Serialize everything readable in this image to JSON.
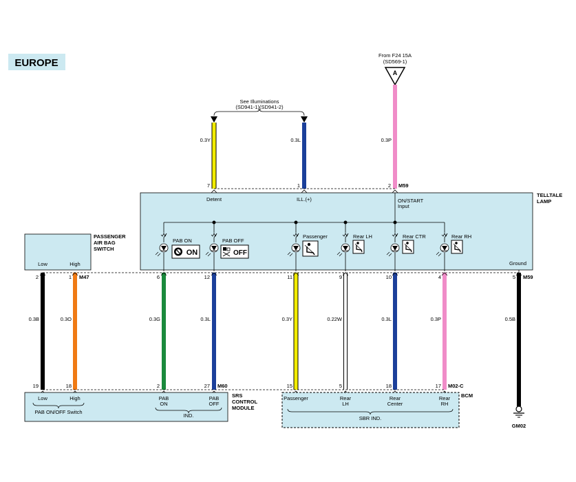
{
  "region": "EUROPE",
  "top": {
    "illum_ref": "See Illuminations",
    "illum_ref2": "(SD941-1)(SD941-2)",
    "fuse_ref": "From F24 15A",
    "fuse_ref2": "(SD569-1)",
    "conn_a": "A"
  },
  "wires_top": {
    "detent": "0.3Y",
    "ill": "0.3L",
    "ign": "0.3P"
  },
  "telltale": {
    "title1": "TELLTALE",
    "title2": "LAMP",
    "connector": "M59",
    "pin_detent": "7",
    "pin_ill": "1",
    "pin_ign": "2",
    "label_detent": "Detent",
    "label_ill": "ILL.(+)",
    "label_ign1": "ON/START",
    "label_ign2": "Input",
    "label_ground": "Ground",
    "lamps": {
      "pab_on": "PAB ON",
      "pab_on_icon": "ON",
      "pab_off": "PAB OFF",
      "pab_off_icon": "OFF",
      "passenger": "Passenger",
      "rear_lh": "Rear LH",
      "rear_ctr": "Rear CTR",
      "rear_rh": "Rear RH"
    },
    "bottom_pins": {
      "p6": "6",
      "p12": "12",
      "p11": "11",
      "p9": "9",
      "p10": "10",
      "p4": "4",
      "p5": "5",
      "connector": "M59"
    }
  },
  "pab_switch": {
    "title1": "PASSENGER",
    "title2": "AIR BAG",
    "title3": "SWITCH",
    "low": "Low",
    "high": "High",
    "pin_low": "2",
    "pin_high": "1",
    "connector": "M47"
  },
  "wires_mid": {
    "w_low": "0.3B",
    "w_high": "0.3O",
    "w_pab_on": "0.3G",
    "w_pab_off": "0.3L",
    "w_pass": "0.3Y",
    "w_rlh": "0.22W",
    "w_rctr": "0.3L",
    "w_rrh": "0.3P",
    "w_gnd": "0.5B"
  },
  "srs": {
    "title1": "SRS",
    "title2": "CONTROL",
    "title3": "MODULE",
    "connector": "M60",
    "pin19": "19",
    "pin18": "18",
    "pin2": "2",
    "pin27": "27",
    "low": "Low",
    "high": "High",
    "switch_label": "PAB ON/OFF Switch",
    "pab_on1": "PAB",
    "pab_on2": "ON",
    "pab_off1": "PAB",
    "pab_off2": "OFF",
    "ind": "IND."
  },
  "bcm": {
    "title": "BCM",
    "connector": "M02-C",
    "pin15": "15",
    "pin5": "5",
    "pin18": "18",
    "pin17": "17",
    "passenger": "Passenger",
    "rear1": "Rear",
    "lh": "LH",
    "rear2": "Rear",
    "center": "Center",
    "rear3": "Rear",
    "rh": "RH",
    "sbr": "SBR IND."
  },
  "ground": {
    "label": "GM02"
  },
  "colors": {
    "box_fill": "#cce9f1",
    "yellow": "#f2ec00",
    "blue": "#1b3f9a",
    "pink": "#f08cc8",
    "black": "#000000",
    "orange": "#f07a14",
    "green": "#1a8a3c",
    "white_wire": "#ffffff"
  }
}
